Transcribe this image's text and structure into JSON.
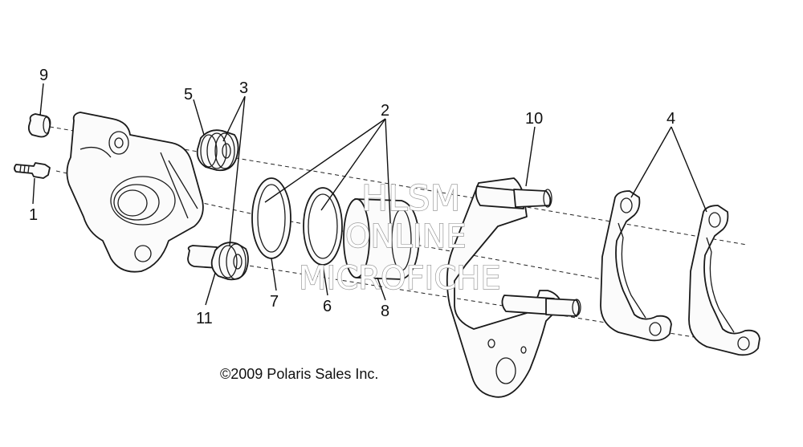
{
  "callouts": {
    "c1": "1",
    "c2": "2",
    "c3": "3",
    "c4": "4",
    "c5": "5",
    "c6": "6",
    "c7": "7",
    "c8": "8",
    "c9": "9",
    "c10": "10",
    "c11": "11"
  },
  "copyright": "©2009 Polaris Sales Inc.",
  "watermark": {
    "line1": "HLSM",
    "line2": "ONLINE",
    "line3": "MICROFICHE"
  },
  "colors": {
    "line": "#1a1a1a",
    "watermark_outline": "#9a9a9a",
    "background": "#ffffff"
  }
}
